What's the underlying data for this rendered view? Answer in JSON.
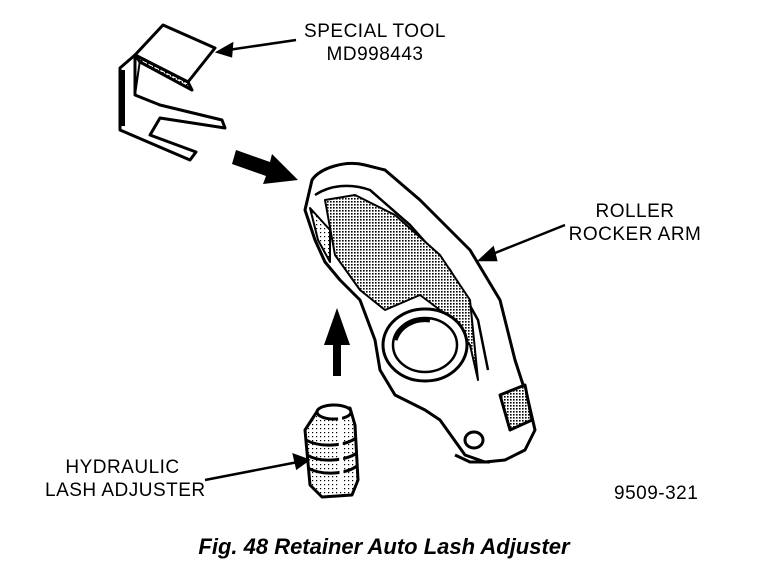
{
  "labels": {
    "special_tool_line1": "SPECIAL TOOL",
    "special_tool_line2": "MD998443",
    "rocker_line1": "ROLLER",
    "rocker_line2": "ROCKER ARM",
    "hydraulic_line1": "HYDRAULIC",
    "hydraulic_line2": "LASH ADJUSTER",
    "figure_number": "9509-321"
  },
  "caption": "Fig. 48 Retainer Auto Lash Adjuster"
}
